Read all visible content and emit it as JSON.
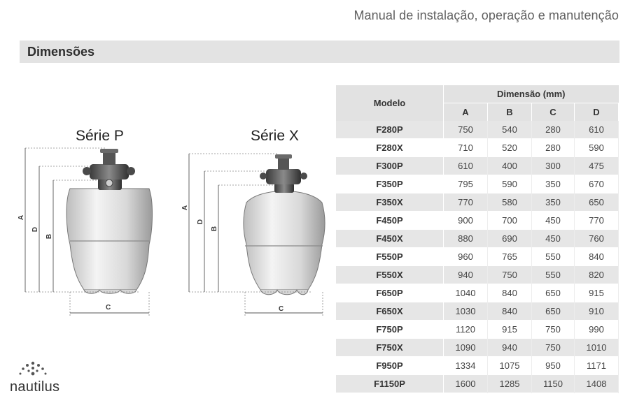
{
  "header": {
    "manual_title": "Manual de instalação, operação e manutenção"
  },
  "section": {
    "title": "Dimensões"
  },
  "figures": {
    "series_p": {
      "label": "Série P",
      "dim_labels": {
        "a": "A",
        "d": "D",
        "b": "B",
        "c": "C"
      }
    },
    "series_x": {
      "label": "Série X",
      "dim_labels": {
        "a": "A",
        "d": "D",
        "b": "B",
        "c": "C"
      }
    }
  },
  "brand": {
    "name": "nautilus"
  },
  "table": {
    "model_header": "Modelo",
    "dimension_header": "Dimensão (mm)",
    "columns": [
      "A",
      "B",
      "C",
      "D"
    ],
    "rows": [
      {
        "model": "F280P",
        "values": [
          "750",
          "540",
          "280",
          "610"
        ]
      },
      {
        "model": "F280X",
        "values": [
          "710",
          "520",
          "280",
          "590"
        ]
      },
      {
        "model": "F300P",
        "values": [
          "610",
          "400",
          "300",
          "475"
        ]
      },
      {
        "model": "F350P",
        "values": [
          "795",
          "590",
          "350",
          "670"
        ]
      },
      {
        "model": "F350X",
        "values": [
          "770",
          "580",
          "350",
          "650"
        ]
      },
      {
        "model": "F450P",
        "values": [
          "900",
          "700",
          "450",
          "770"
        ]
      },
      {
        "model": "F450X",
        "values": [
          "880",
          "690",
          "450",
          "760"
        ]
      },
      {
        "model": "F550P",
        "values": [
          "960",
          "765",
          "550",
          "840"
        ]
      },
      {
        "model": "F550X",
        "values": [
          "940",
          "750",
          "550",
          "820"
        ]
      },
      {
        "model": "F650P",
        "values": [
          "1040",
          "840",
          "650",
          "915"
        ]
      },
      {
        "model": "F650X",
        "values": [
          "1030",
          "840",
          "650",
          "910"
        ]
      },
      {
        "model": "F750P",
        "values": [
          "1120",
          "915",
          "750",
          "990"
        ]
      },
      {
        "model": "F750X",
        "values": [
          "1090",
          "940",
          "750",
          "1010"
        ]
      },
      {
        "model": "F950P",
        "values": [
          "1334",
          "1075",
          "950",
          "1171"
        ]
      },
      {
        "model": "F1150P",
        "values": [
          "1600",
          "1285",
          "1150",
          "1408"
        ]
      }
    ]
  }
}
